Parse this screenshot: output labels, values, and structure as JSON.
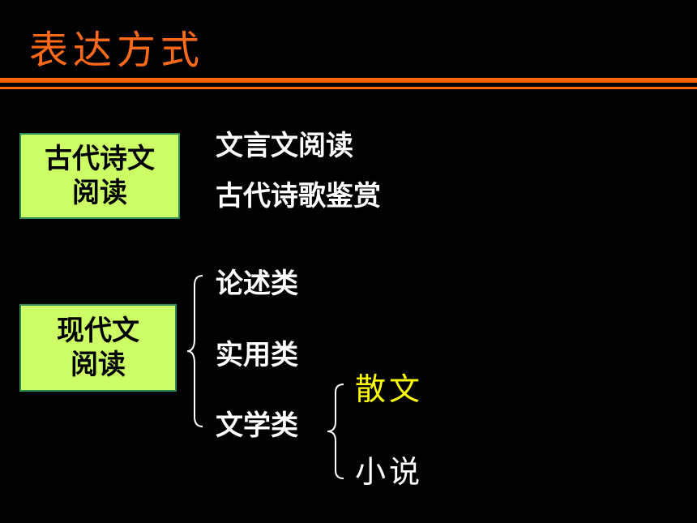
{
  "slide": {
    "title": "表达方式",
    "colors": {
      "background": "#000000",
      "title": "#ff6a1a",
      "rule": "#ff6600",
      "box_fill": "#ccff66",
      "box_border": "#2e8b57",
      "highlight": "#ffff00"
    }
  },
  "ancient": {
    "label_line1": "古代诗文",
    "label_line2": "阅读",
    "items": [
      "文言文阅读",
      "古代诗歌鉴赏"
    ]
  },
  "modern": {
    "label_line1": "现代文",
    "label_line2": "阅读",
    "items": [
      "论述类",
      "实用类",
      "文学类"
    ],
    "literature_subtypes": [
      "散文",
      "小说"
    ]
  }
}
